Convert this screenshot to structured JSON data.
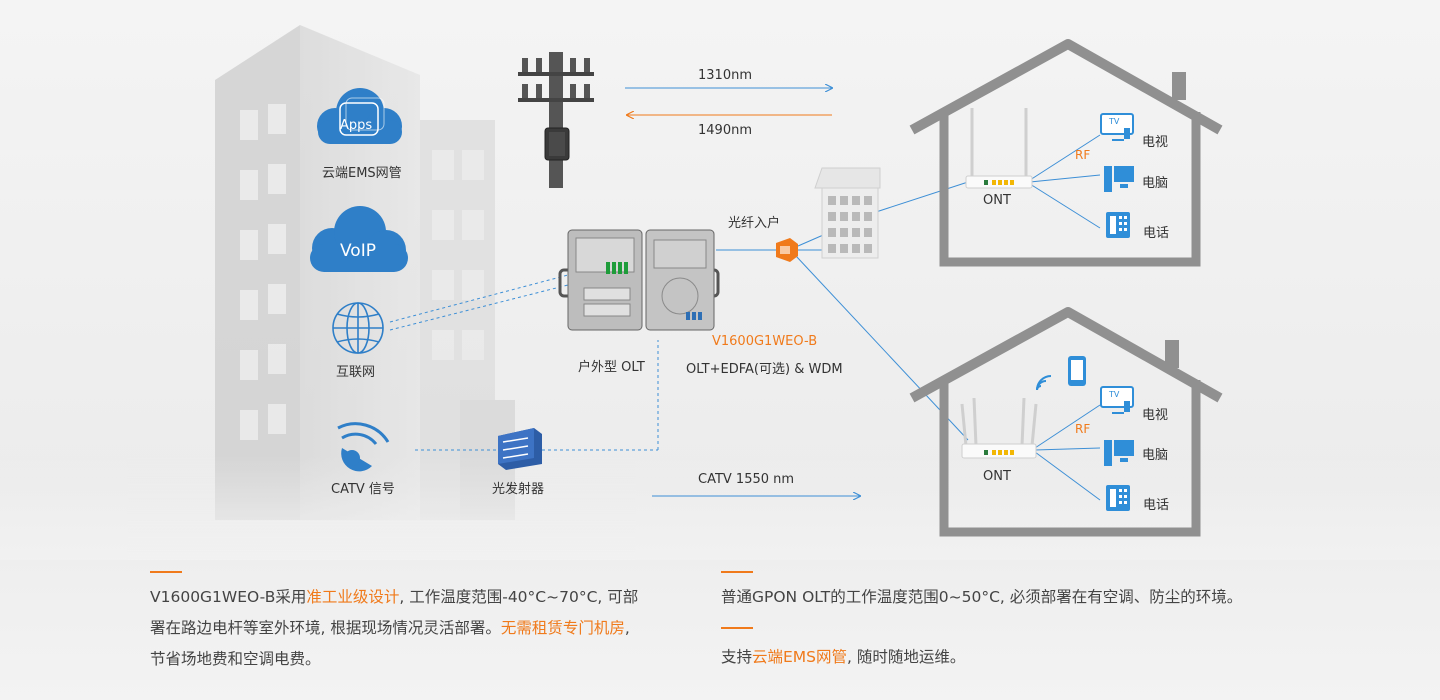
{
  "icons": {
    "apps_cloud": "apps-cloud-icon",
    "voip_cloud": "voip-cloud-icon",
    "internet": "globe-icon",
    "catv": "satellite-dish-icon",
    "transmitter": "optical-transmitter-icon",
    "pole": "utility-pole-icon",
    "olt": "outdoor-olt-cabinet-icon",
    "splitter": "optical-splitter-icon",
    "building": "apartment-building-icon",
    "house": "house-icon",
    "router": "ont-router-icon",
    "tv": "tv-icon",
    "pc": "computer-icon",
    "phone": "telephone-icon",
    "mobile": "smartphone-icon",
    "wifi": "wifi-icon"
  },
  "colors": {
    "accent": "#f07a1b",
    "link_blue": "#3d8fd6",
    "cloud_blue": "#2f7fc8"
  },
  "left": {
    "apps_label": "Apps",
    "ems_label": "云端EMS网管",
    "voip_label": "VoIP",
    "internet_label": "互联网",
    "catv_label": "CATV 信号",
    "transmitter_label": "光发射器"
  },
  "wavelengths": {
    "up": "1310nm",
    "down": "1490nm"
  },
  "center": {
    "olt_label": "户外型 OLT",
    "model": "V1600G1WEO-B",
    "model_desc": "OLT+EDFA(可选) & WDM",
    "fiber_in": "光纤入户",
    "catv_wave": "CATV  1550 nm"
  },
  "house_top": {
    "ont": "ONT",
    "rf": "RF",
    "tv": "电视",
    "pc": "电脑",
    "phone": "电话",
    "tv_screen": "TV"
  },
  "house_bottom": {
    "ont": "ONT",
    "rf": "RF",
    "tv": "电视",
    "pc": "电脑",
    "phone": "电话",
    "tv_screen": "TV"
  },
  "text_left": {
    "p1_a": "V1600G1WEO-B采用",
    "p1_hl": "准工业级设计",
    "p1_b": ", 工作温度范围-40°C~70°C, 可部",
    "p2_a": "署在路边电杆等室外环境, 根据现场情况灵活部署。",
    "p2_hl": "无需租赁专门机房",
    "p2_b": ",",
    "p3": "节省场地费和空调电费。"
  },
  "text_right": {
    "p1": "普通GPON OLT的工作温度范围0~50°C, 必须部署在有空调、防尘的环境。",
    "p2_a": "支持",
    "p2_hl": "云端EMS网管",
    "p2_b": ", 随时随地运维。"
  }
}
